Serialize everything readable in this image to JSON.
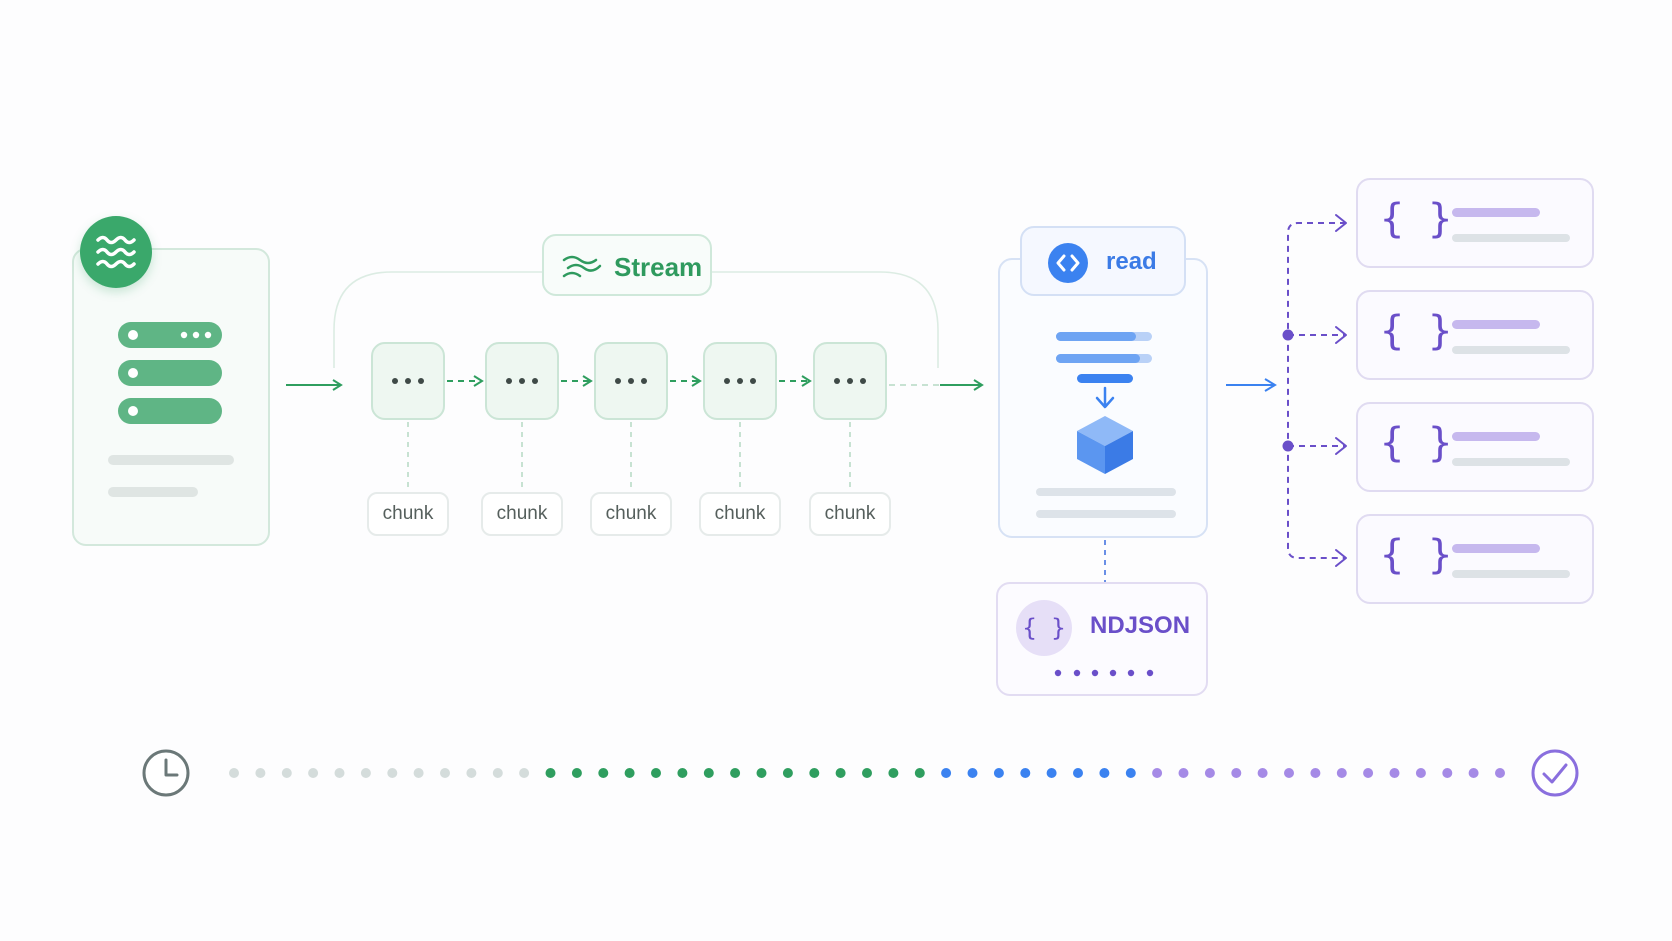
{
  "source": {
    "icon": "waves-icon",
    "rows": 3
  },
  "stream": {
    "label": "Stream",
    "icon": "wind-icon"
  },
  "chunks": [
    {
      "label": "chunk"
    },
    {
      "label": "chunk"
    },
    {
      "label": "chunk"
    },
    {
      "label": "chunk"
    },
    {
      "label": "chunk"
    }
  ],
  "reader": {
    "label": "read",
    "icon": "code-brackets-icon",
    "shape_icon": "cube-icon"
  },
  "ndjson": {
    "label": "NDJSON",
    "icon": "braces-icon"
  },
  "objects": [
    {
      "glyph": "{ }"
    },
    {
      "glyph": "{ }"
    },
    {
      "glyph": "{ }"
    },
    {
      "glyph": "{ }"
    }
  ],
  "timeline": {
    "start_icon": "clock-icon",
    "end_icon": "check-circle-icon",
    "segments": [
      {
        "phase": "pending",
        "count": 12,
        "color": "#d4dcdb"
      },
      {
        "phase": "stream",
        "count": 15,
        "color": "#2f9e5f"
      },
      {
        "phase": "read",
        "count": 8,
        "color": "#3b82f0"
      },
      {
        "phase": "parse",
        "count": 14,
        "color": "#a58ae6"
      }
    ]
  },
  "colors": {
    "green": "#3aa86b",
    "blue": "#3b7be6",
    "purple": "#6a4fc9"
  }
}
